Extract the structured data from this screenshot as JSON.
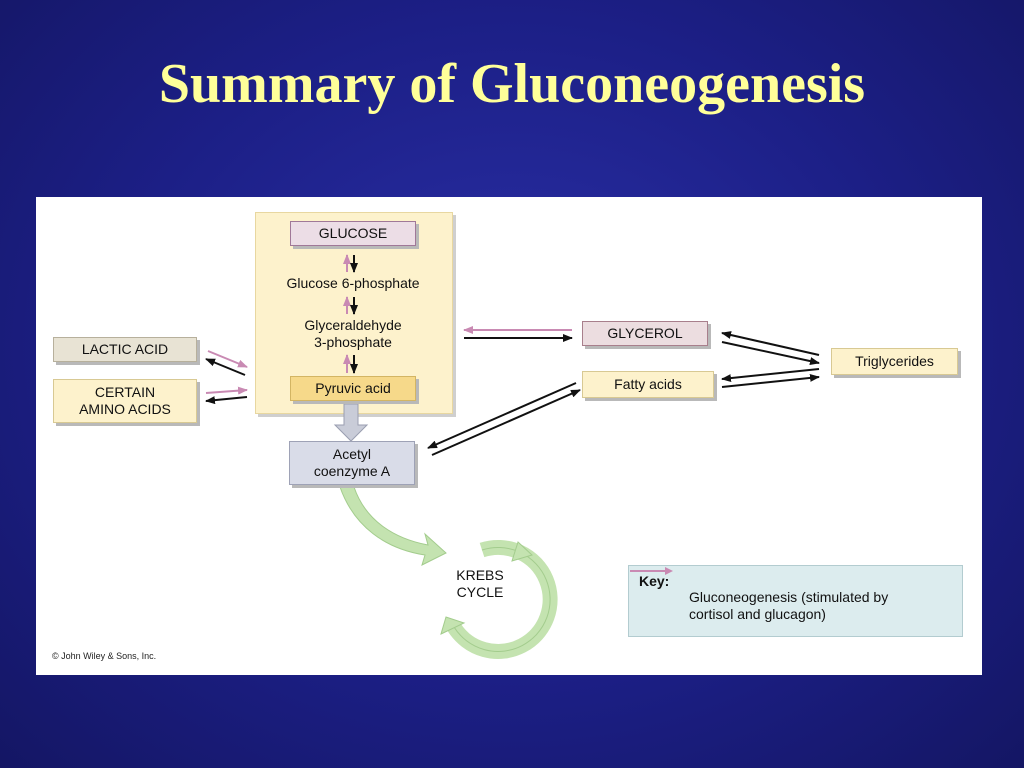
{
  "title": "Summary of Gluconeogenesis",
  "diagram": {
    "pathway": {
      "glucose": "GLUCOSE",
      "glucose6p": "Glucose 6-phosphate",
      "g3p_line1": "Glyceraldehyde",
      "g3p_line2": "3-phosphate",
      "pyruvic": "Pyruvic acid"
    },
    "lactic_acid": "LACTIC ACID",
    "amino_line1": "CERTAIN",
    "amino_line2": "AMINO ACIDS",
    "acetyl_line1": "Acetyl",
    "acetyl_line2": "coenzyme A",
    "krebs_line1": "KREBS",
    "krebs_line2": "CYCLE",
    "glycerol": "GLYCEROL",
    "fatty_acids": "Fatty acids",
    "triglycerides": "Triglycerides",
    "key": {
      "title": "Key:",
      "text_line1": "Gluconeogenesis (stimulated by",
      "text_line2": "cortisol and glucagon)"
    },
    "copyright": "© John Wiley & Sons, Inc."
  },
  "colors": {
    "background": "#1c1f86",
    "title": "#ffff99",
    "gluconeogenesis_arrow": "#c98ab3",
    "pathway_fill": "#fdf2cc",
    "glucose_box": "#ecdde6",
    "glycerol_box": "#ecdde0",
    "pyruvic_box": "#f6d98a",
    "acetyl_box": "#d9dce8",
    "krebs_arrow": "#c4e3b0",
    "key_fill": "#dcecee"
  }
}
